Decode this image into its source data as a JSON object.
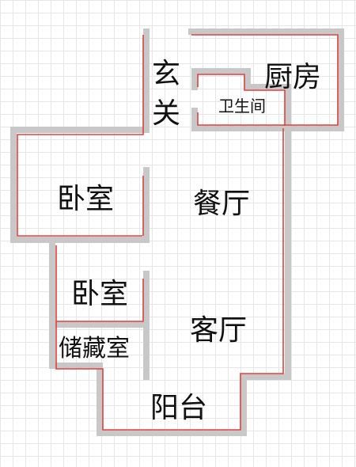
{
  "rooms": {
    "entrance_char1": "玄",
    "entrance_char2": "关",
    "kitchen": "厨房",
    "bathroom": "卫生间",
    "bedroom_main": "卧室",
    "dining": "餐厅",
    "bedroom_second": "卧室",
    "living": "客厅",
    "storage": "储藏室",
    "balcony": "阳台"
  },
  "colors": {
    "wall": "#c8c8c8",
    "outline": "#e04040",
    "grid": "#e6e6e6"
  }
}
